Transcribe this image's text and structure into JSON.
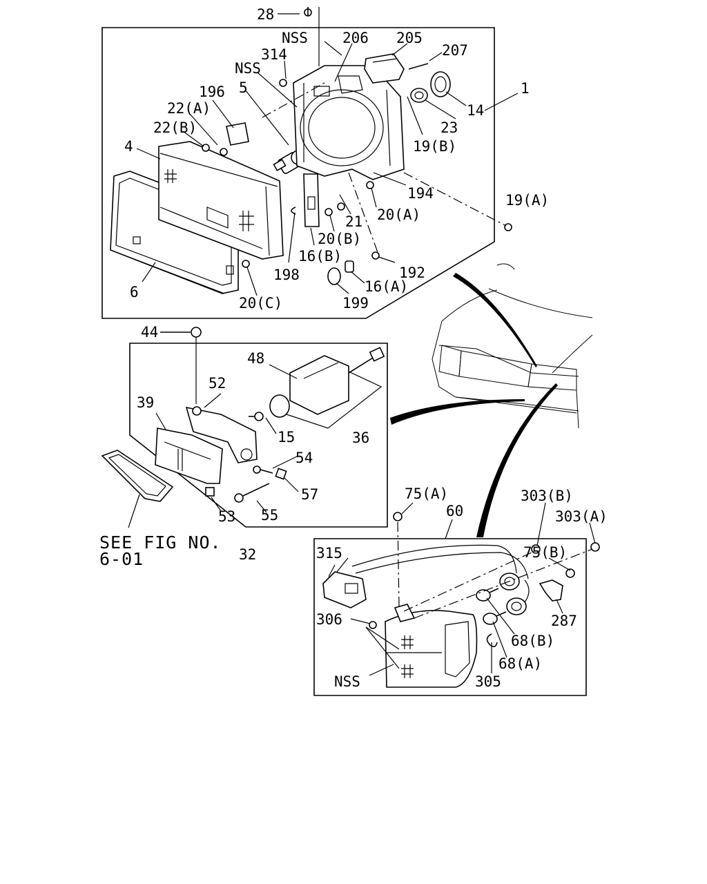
{
  "diagram": {
    "frames": {
      "headlamp": "headlamp-assembly",
      "foglamp": "fog-lamp-assembly",
      "corner": "corner-lamp-assembly"
    },
    "labels": {
      "p28": "28",
      "p_nss_top": "NSS",
      "p206": "206",
      "p205": "205",
      "p207": "207",
      "p314": "314",
      "p_nss_mid": "NSS",
      "p5": "5",
      "p196": "196",
      "p22a": "22(A)",
      "p22b": "22(B)",
      "p4": "4",
      "p1": "1",
      "p14": "14",
      "p23": "23",
      "p19b": "19(B)",
      "p194": "194",
      "p20a": "20(A)",
      "p19a": "19(A)",
      "p21": "21",
      "p20b": "20(B)",
      "p16b": "16(B)",
      "p198": "198",
      "p192": "192",
      "p16a": "16(A)",
      "p199": "199",
      "p6": "6",
      "p20c": "20(C)",
      "p44": "44",
      "p48": "48",
      "p52": "52",
      "p39": "39",
      "p15": "15",
      "p36": "36",
      "p54": "54",
      "p57": "57",
      "p53": "53",
      "p55": "55",
      "p32": "32",
      "p75a": "75(A)",
      "p60": "60",
      "p303b": "303(B)",
      "p303a": "303(A)",
      "p315": "315",
      "p75b": "75(B)",
      "p287": "287",
      "p306": "306",
      "p68b": "68(B)",
      "p68a": "68(A)",
      "p_nss_bot": "NSS",
      "p305": "305"
    },
    "see_fig_line1": "SEE FIG NO.",
    "see_fig_line2": "6-01"
  }
}
